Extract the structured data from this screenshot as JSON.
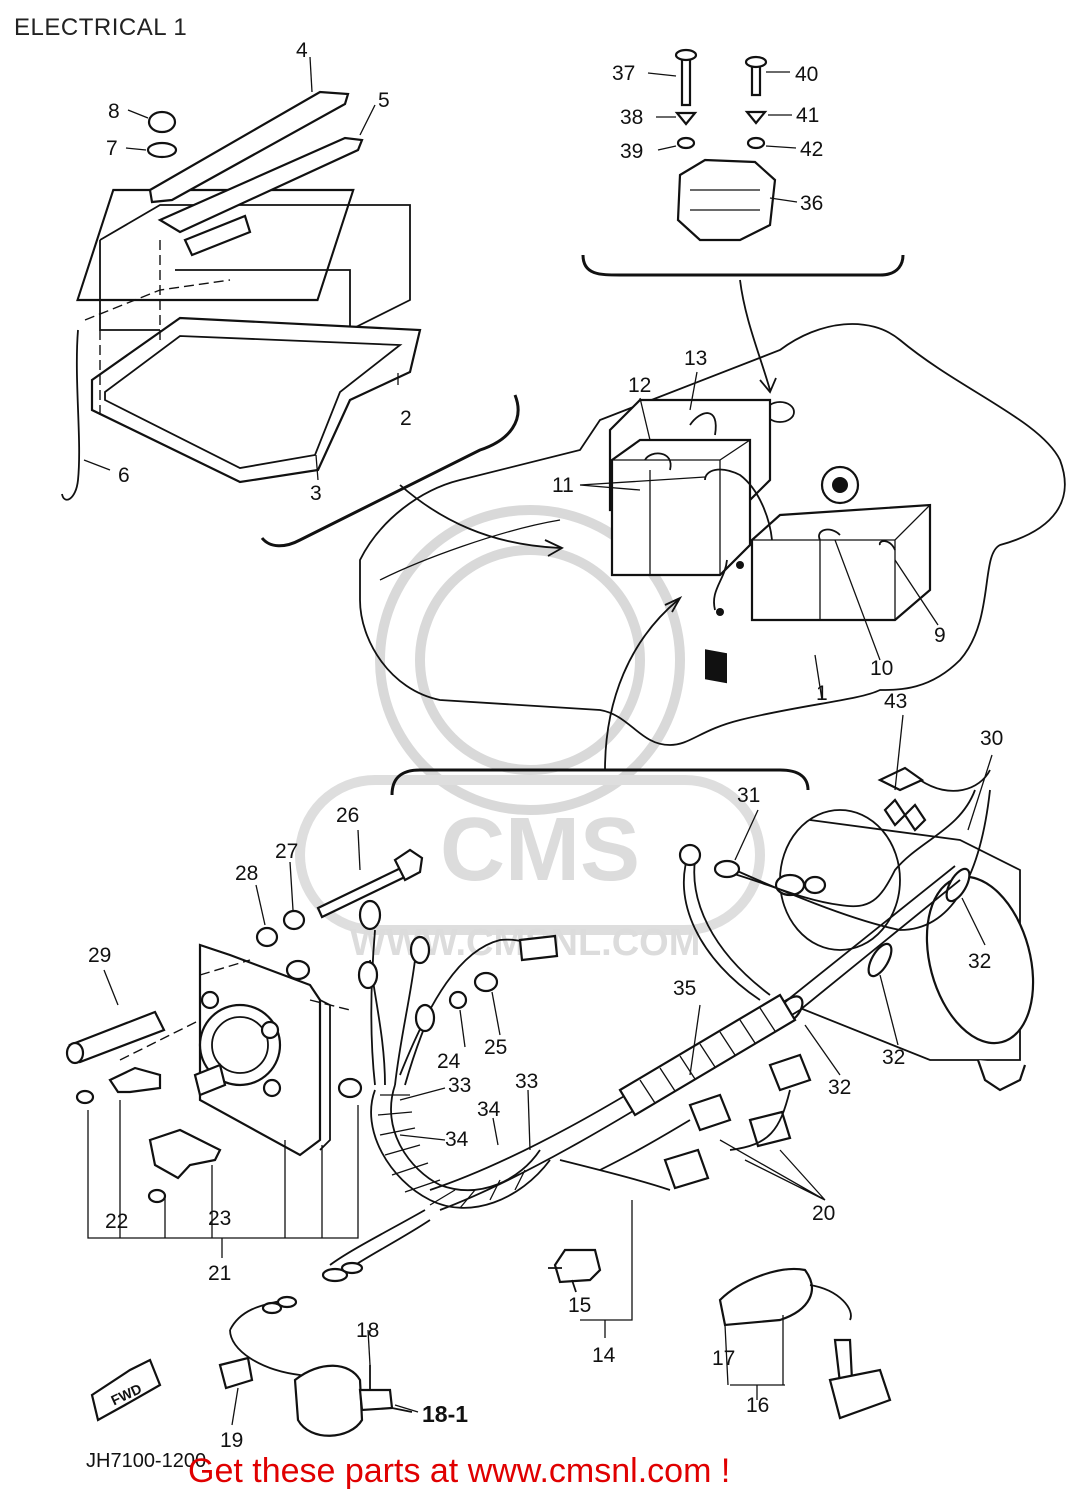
{
  "title": "ELECTRICAL 1",
  "diagram_code": "JH7100-1200",
  "promo_text": "Get these parts at www.cmsnl.com !",
  "watermark": {
    "brand": "CMS",
    "url": "WWW.CMSNL.COM"
  },
  "fwd_arrow": "FWD",
  "callouts": [
    "1",
    "2",
    "3",
    "4",
    "5",
    "6",
    "7",
    "8",
    "9",
    "10",
    "11",
    "12",
    "13",
    "14",
    "15",
    "16",
    "17",
    "18",
    "18-1",
    "19",
    "20",
    "21",
    "22",
    "23",
    "24",
    "25",
    "26",
    "27",
    "28",
    "29",
    "30",
    "31",
    "32",
    "33",
    "34",
    "35",
    "36",
    "37",
    "38",
    "39",
    "40",
    "41",
    "42",
    "43"
  ],
  "colors": {
    "promo": "#e00000",
    "ink": "#111111",
    "watermark": "#dcdcdc"
  }
}
